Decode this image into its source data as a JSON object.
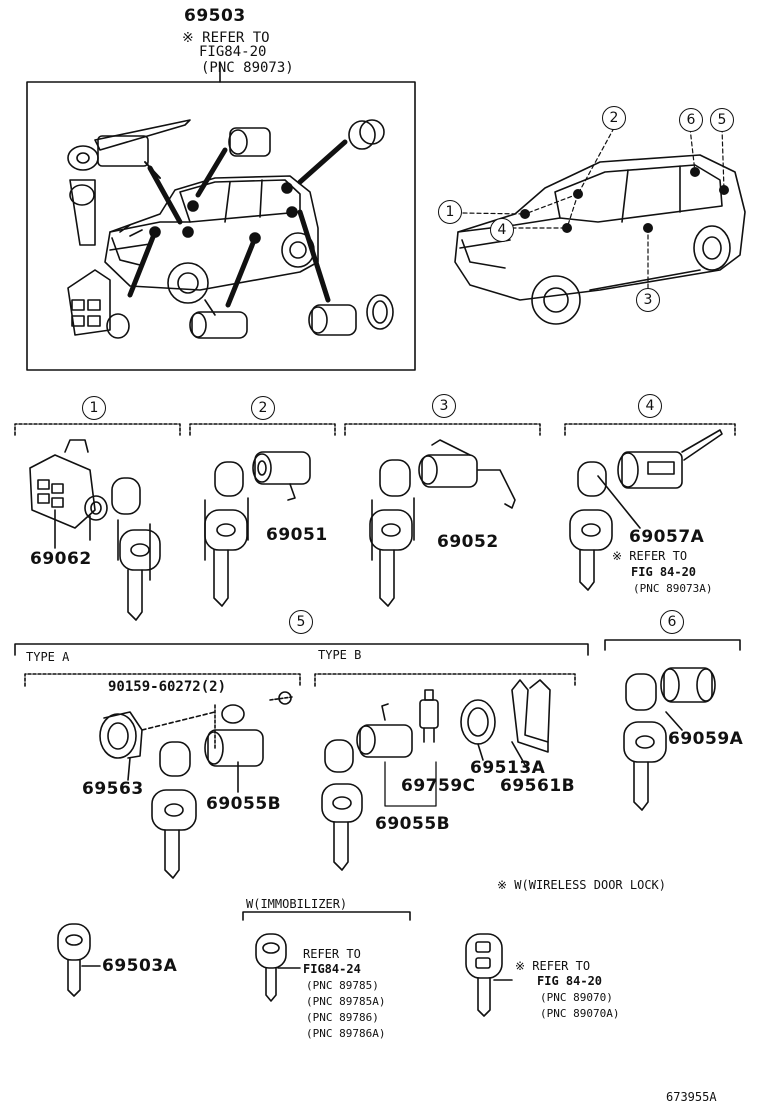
{
  "top_assembly": {
    "part_no": "69503",
    "note": "※ REFER TO",
    "fig": "FIG84-20",
    "pnc": "(PNC 89073)"
  },
  "locations": [
    "1",
    "2",
    "3",
    "4",
    "5",
    "6"
  ],
  "sections": {
    "s1": {
      "num": "1",
      "parts": [
        "69062"
      ]
    },
    "s2": {
      "num": "2",
      "parts": [
        "69051"
      ]
    },
    "s3": {
      "num": "3",
      "parts": [
        "69052"
      ]
    },
    "s4": {
      "num": "4",
      "part": "69057A",
      "note": "※ REFER TO",
      "fig": "FIG 84-20",
      "pnc": "(PNC 89073A)"
    },
    "s5": {
      "num": "5",
      "type_a": {
        "label": "TYPE A",
        "bolt": "90159-60272(2)",
        "parts": [
          "69563",
          "69055B"
        ]
      },
      "type_b": {
        "label": "TYPE B",
        "parts": [
          "69759C",
          "69513A",
          "69561B",
          "69055B"
        ]
      }
    },
    "s6": {
      "num": "6",
      "parts": [
        "69059A"
      ]
    }
  },
  "legend": {
    "wireless": "※ W(WIRELESS DOOR LOCK)",
    "immobilizer": "W(IMMOBILIZER)"
  },
  "keys": {
    "k1": {
      "part": "69503A"
    },
    "k2": {
      "refer": "REFER TO",
      "fig": "FIG84-24",
      "pncs": [
        "(PNC 89785)",
        "(PNC 89785A)",
        "(PNC 89786)",
        "(PNC 89786A)"
      ]
    },
    "k3": {
      "refer": "※ REFER TO",
      "fig": "FIG 84-20",
      "pncs": [
        "(PNC 89070)",
        "(PNC 89070A)"
      ]
    }
  },
  "figure_id": "673955A"
}
